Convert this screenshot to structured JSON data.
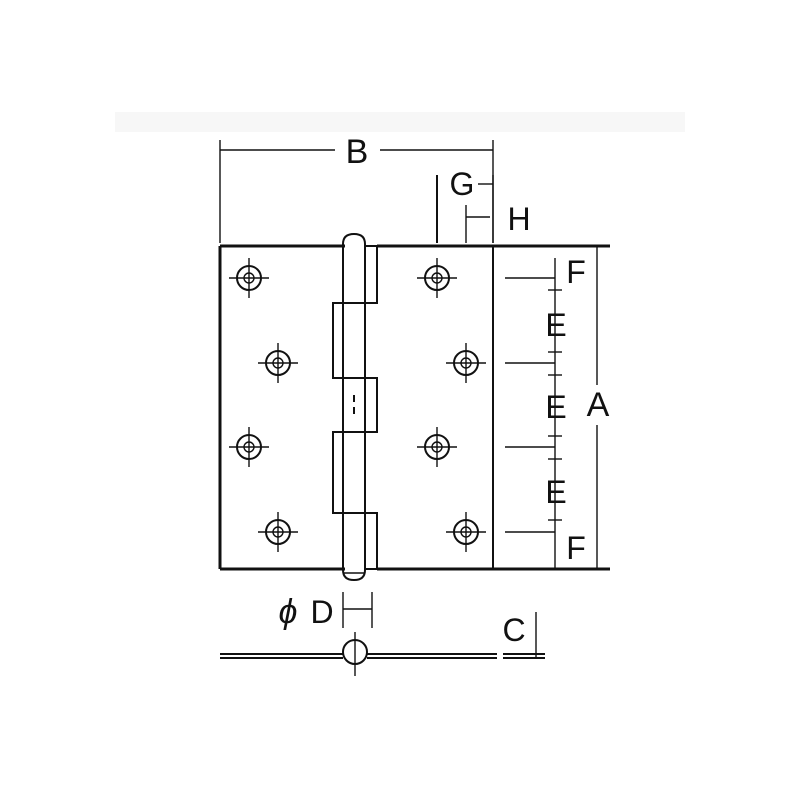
{
  "dimension_labels": {
    "A": "A",
    "B": "B",
    "C": "C",
    "D": "D",
    "phi": "ϕ",
    "E1": "E",
    "E2": "E",
    "E3": "E",
    "F_top": "F",
    "F_bottom": "F",
    "G": "G",
    "H": "H"
  },
  "colors": {
    "line": "#111111",
    "background": "#ffffff",
    "top_band": "#f7f7f7"
  }
}
